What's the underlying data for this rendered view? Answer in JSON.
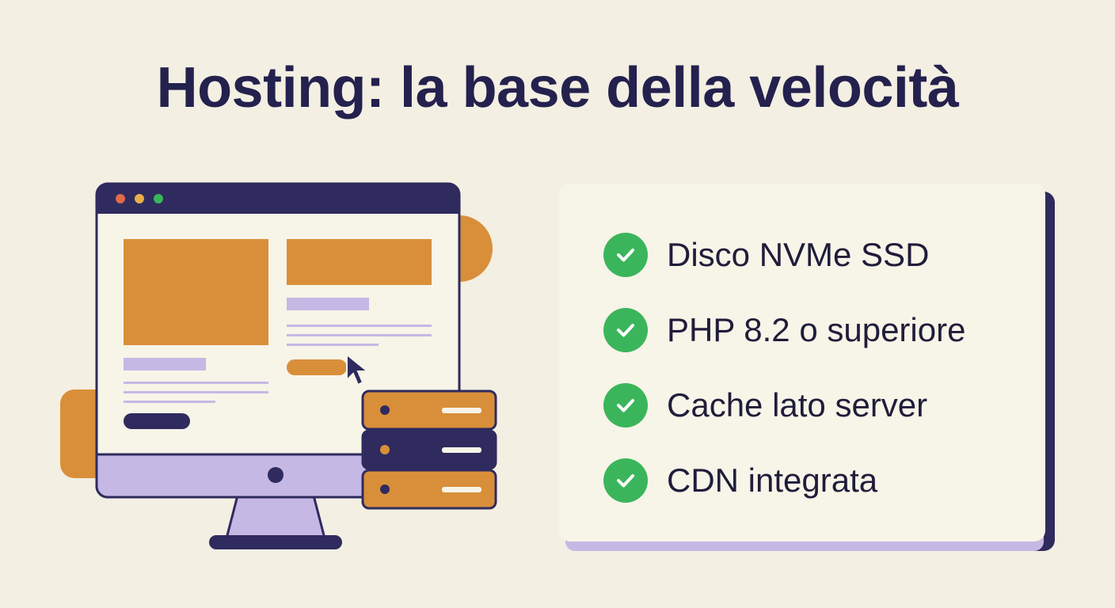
{
  "title": "Hosting: la base della velocità",
  "features": [
    {
      "label": "Disco NVMe SSD",
      "icon": "check-icon"
    },
    {
      "label": "PHP 8.2 o superiore",
      "icon": "check-icon"
    },
    {
      "label": "Cache lato server",
      "icon": "check-icon"
    },
    {
      "label": "CDN integrata",
      "icon": "check-icon"
    }
  ],
  "colors": {
    "background": "#f3efe2",
    "navy": "#2f2b5e",
    "orange": "#d98f3a",
    "lavender": "#c6b8e4",
    "green": "#3bb55b"
  }
}
